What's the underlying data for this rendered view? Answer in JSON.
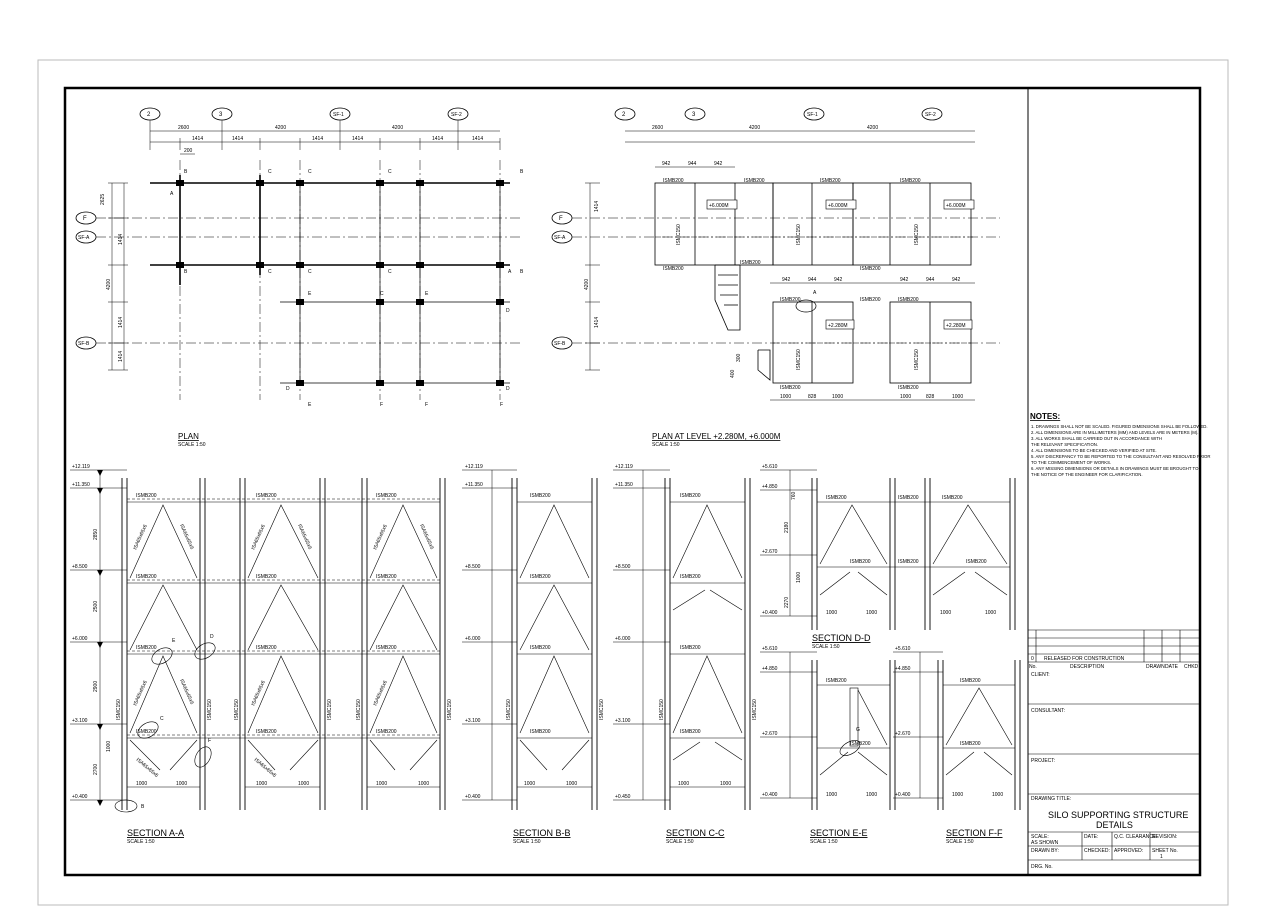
{
  "plan": {
    "title": "PLAN",
    "scale": "SCALE 1:50",
    "grid_top": [
      "2",
      "3",
      "SF-1",
      "SF-2"
    ],
    "grid_left": [
      "F",
      "SF-A",
      "SF-B"
    ],
    "dims_top": [
      "2600",
      "4200",
      "4200"
    ],
    "dims_sub": [
      "1414",
      "1414",
      "1414",
      "1414",
      "1414",
      "1414"
    ],
    "dim_200": "200",
    "dims_left": [
      "2625",
      "1414",
      "4200",
      "1414",
      "1414"
    ],
    "section_marks_top": [
      "B",
      "C",
      "C",
      "C",
      "B"
    ],
    "section_marks_mid": [
      "A",
      "B",
      "C",
      "C",
      "C",
      "A",
      "B"
    ],
    "section_marks_low": [
      "E",
      "C",
      "E",
      "D"
    ],
    "section_marks_bot": [
      "D",
      "E",
      "F",
      "F",
      "F",
      "D"
    ]
  },
  "plan2": {
    "title": "PLAN AT LEVEL +2.280M, +6.000M",
    "scale": "SCALE 1:50",
    "grid_top": [
      "2",
      "3",
      "SF-1",
      "SF-2"
    ],
    "grid_left": [
      "F",
      "SF-A",
      "SF-B"
    ],
    "dims_top": [
      "2600",
      "4200",
      "4200"
    ],
    "dims_row2": [
      "942",
      "944",
      "942"
    ],
    "dims_row3": [
      "942",
      "944",
      "942",
      "942",
      "944",
      "942"
    ],
    "level_tags_upper": [
      "+6.000M",
      "+6.000M",
      "+6.000M"
    ],
    "level_tags_lower": [
      "+2.280M",
      "+2.280M"
    ],
    "beam_label": "ISMB200",
    "col_label": "ISMC150",
    "dims_bottom": [
      "1000",
      "828",
      "1000",
      "1000",
      "828",
      "1000"
    ],
    "dim_left": [
      "1414",
      "4200",
      "1414"
    ],
    "marker": "A",
    "stair_dims": [
      "300",
      "400"
    ]
  },
  "notes": {
    "heading": "NOTES:",
    "items": [
      "1. DRAWINGS SHALL NOT BE SCALED. FIGURED DIMENSIONS SHALL BE FOLLOWED.",
      "2. ALL DIMENSIONS ARE IN MILLIMETERS (MM) AND LEVELS ARE IN METERS (M).",
      "3. ALL WORKS SHALL BE CARRIED OUT IN ACCORDANCE WITH",
      "   THE RELEVANT SPECIFICATION.",
      "4. ALL DIMENSIONS TO BE CHECKED AND VERIFIED AT SITE.",
      "5. ANY DISCREPANCY TO BE REPORTED TO THE CONSULTANT AND RESOLVED PRIOR",
      "   TO THE COMMENCEMENT OF WORKS.",
      "6. ANY MISSING DIMENSIONS OR DETAILS IN DRAWINGS MUST BE BROUGHT TO",
      "   THE NOTICE OF THE ENGINEER FOR CLARIFICATION."
    ]
  },
  "sections": {
    "beam": "ISMB200",
    "col": "ISMC150",
    "brace": "ISA65x65x6",
    "levels_ab": [
      "+12.119",
      "+11.350",
      "+8.500",
      "+6.000",
      "+3.100",
      "+0.400"
    ],
    "levels_bc": [
      "+12.119",
      "+11.350",
      "+8.500",
      "+6.000",
      "+3.100",
      "+0.450"
    ],
    "dims_ab": [
      "2850",
      "2500",
      "2900",
      "1000",
      "2700"
    ],
    "levels_d": [
      "+5.610",
      "+4.850",
      "+2.670",
      "+0.400"
    ],
    "levels_ef": [
      "+5.610",
      "+4.850",
      "+2.670",
      "+0.400"
    ],
    "dims_d": [
      "760",
      "2180",
      "1000",
      "2270"
    ],
    "base_dim": "1000",
    "markers": [
      "E",
      "D",
      "C",
      "F",
      "B",
      "G"
    ],
    "a_title": "SECTION A-A",
    "b_title": "SECTION B-B",
    "c_title": "SECTION C-C",
    "d_title": "SECTION D-D",
    "e_title": "SECTION E-E",
    "f_title": "SECTION F-F",
    "scale": "SCALE 1:50"
  },
  "titleblock": {
    "revision_no": "0",
    "revision_text": "RELEASED FOR CONSTRUCTION",
    "rev_headers": [
      "No.",
      "DESCRIPTION",
      "DRAWN",
      "DATE",
      "CHKD"
    ],
    "client": "CLIENT:",
    "consultant": "CONSULTANT:",
    "project": "PROJECT:",
    "drawing_title_label": "DRAWING TITLE:",
    "drawing_title_1": "SILO SUPPORTING STRUCTURE",
    "drawing_title_2": "DETAILS",
    "scale_label": "SCALE:",
    "scale_value": "AS SHOWN",
    "date_label": "DATE:",
    "qc_label": "Q.C. CLEARANCE",
    "revision_label": "REVISION:",
    "drawn_by": "DRAWN BY:",
    "checked": "CHECKED:",
    "approved": "APPROVED:",
    "sheet_no": "SHEET No.",
    "sheet_value": "1",
    "dwg_no": "DRG. No."
  }
}
